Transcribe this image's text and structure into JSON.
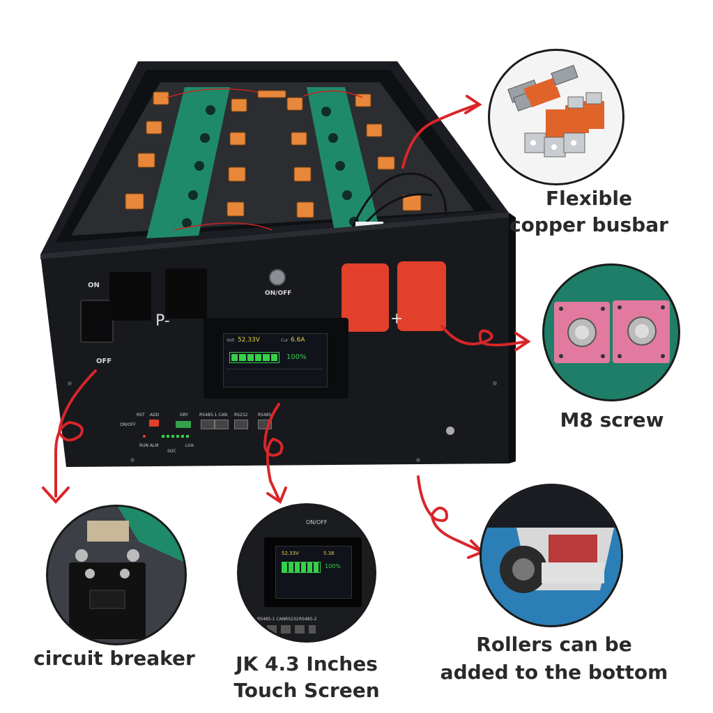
{
  "captions": {
    "busbar": [
      "Flexible",
      "copper busbar"
    ],
    "screw": "M8 screw",
    "breaker": "circuit breaker",
    "screen": [
      "JK 4.3 Inches",
      "Touch Screen"
    ],
    "rollers": [
      "Rollers can be",
      "added to the bottom"
    ]
  },
  "panel": {
    "on": "ON",
    "off": "OFF",
    "on_off": "ON/OFF",
    "p_minus": "P-",
    "p_plus": "+",
    "rst": "RST",
    "add": "ADD",
    "dry": "DRY",
    "rs485_1_can": "RS485-1 CAN",
    "rs232": "RS232",
    "rs485_2": "RS485-",
    "onoff_small": "ON/OFF",
    "run_alm": "RUN ALM",
    "soc": "SOC",
    "link": "Link"
  },
  "display": {
    "volt_label": "Volt",
    "volt_value": "52.33V",
    "cur_label": "Cur",
    "cur_value": "6.6A",
    "percent": "100%"
  },
  "inset_screen": {
    "on_off": "ON/OFF",
    "volt_value": "52.33V",
    "cur_value": "5.38",
    "percent": "100%",
    "port1": "RS485-1 CAN",
    "port2": "RS232",
    "port3": "RS485-2"
  },
  "colors": {
    "cabinet": "#17191d",
    "terminal_red": "#e2402a",
    "pcb_green": "#1f8a6a",
    "busbar_copper": "#e8873a",
    "arrow_red": "#d8262a",
    "lcd_green": "#35d04a"
  }
}
